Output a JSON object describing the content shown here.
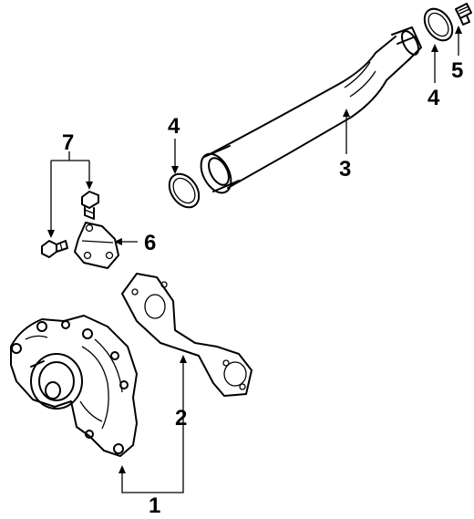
{
  "diagram": {
    "callouts": {
      "n1": "1",
      "n2": "2",
      "n3": "3",
      "n4_left": "4",
      "n4_right": "4",
      "n5": "5",
      "n6": "6",
      "n7": "7"
    }
  }
}
